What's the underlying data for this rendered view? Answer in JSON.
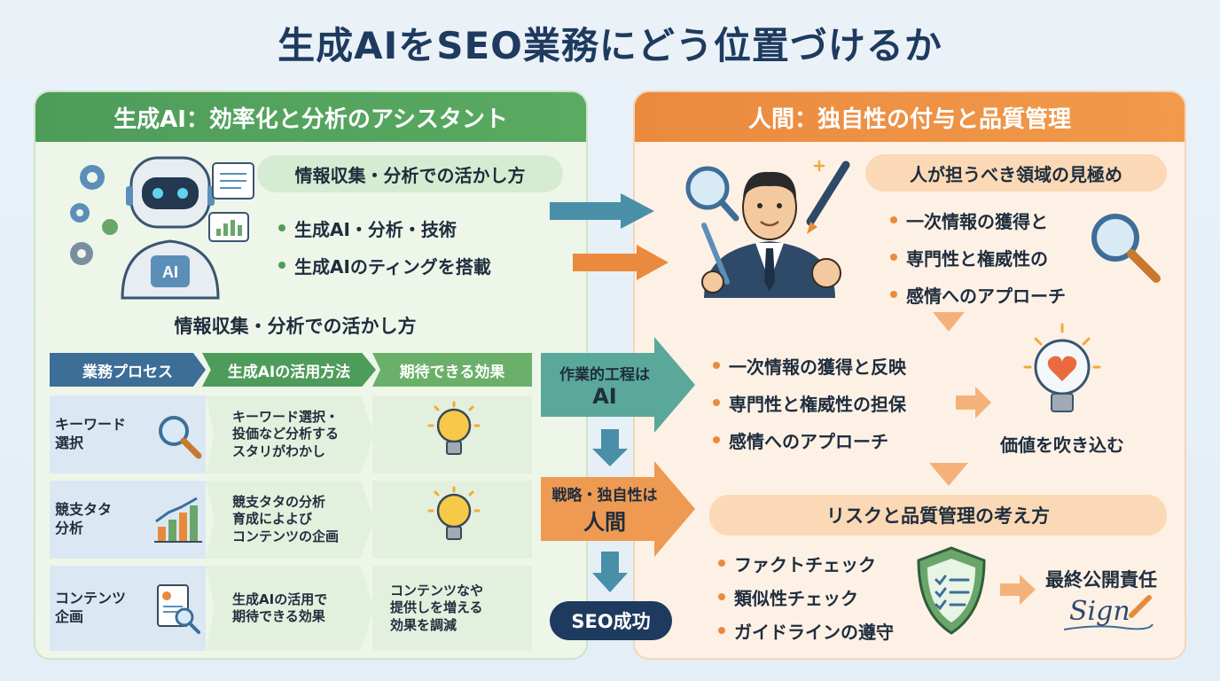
{
  "title": "生成AIをSEO業務にどう位置づけるか",
  "left": {
    "header": "生成AI：効率化と分析のアシスタント",
    "pill": "情報収集・分析での活かし方",
    "bullets": [
      "生成AI・分析・技術",
      "生成AIのティングを搭載"
    ],
    "robot_label": "AI",
    "table_title": "情報収集・分析での活かし方",
    "table_headers": [
      "業務プロセス",
      "生成AIの活用方法",
      "期待できる効果"
    ],
    "rows": [
      {
        "process": "キーワード\n選択",
        "method": "キーワード選択・\n投価など分析する\nスタリがわかし",
        "effect": ""
      },
      {
        "process": "競支タタ\n分析",
        "method": "競支タタの分析\n育成によよび\nコンテンツの企画",
        "effect": ""
      },
      {
        "process": "コンテンツ\n企画",
        "method": "生成AIの活用で\n期待できる効果",
        "effect": "コンテンツなや\n提供しを増える\n効果を調減"
      }
    ]
  },
  "middle": {
    "ai_tag": [
      "作業的工程は",
      "AI"
    ],
    "human_tag": [
      "戦略・独自性は",
      "人間"
    ],
    "success": "SEO成功"
  },
  "right": {
    "header": "人間：独自性の付与と品質管理",
    "pill1": "人が担うべき領域の見極め",
    "bullets1": [
      "一次情報の獲得と",
      "専門性と権威性の",
      "感情へのアプローチ"
    ],
    "bullets2": [
      "一次情報の獲得と反映",
      "専門性と権威性の担保",
      "感情へのアプローチ"
    ],
    "value_label": "価値を吹き込む",
    "pill2": "リスクと品質管理の考え方",
    "bullets3": [
      "ファクトチェック",
      "類似性チェック",
      "ガイドラインの遵守"
    ],
    "final_label": "最終公開責任",
    "sign": "Sign"
  },
  "colors": {
    "green": "#4e9c5a",
    "orange": "#ea8a3e",
    "navy": "#1e3a5f",
    "teal_arrow": "#4a8fa8"
  }
}
